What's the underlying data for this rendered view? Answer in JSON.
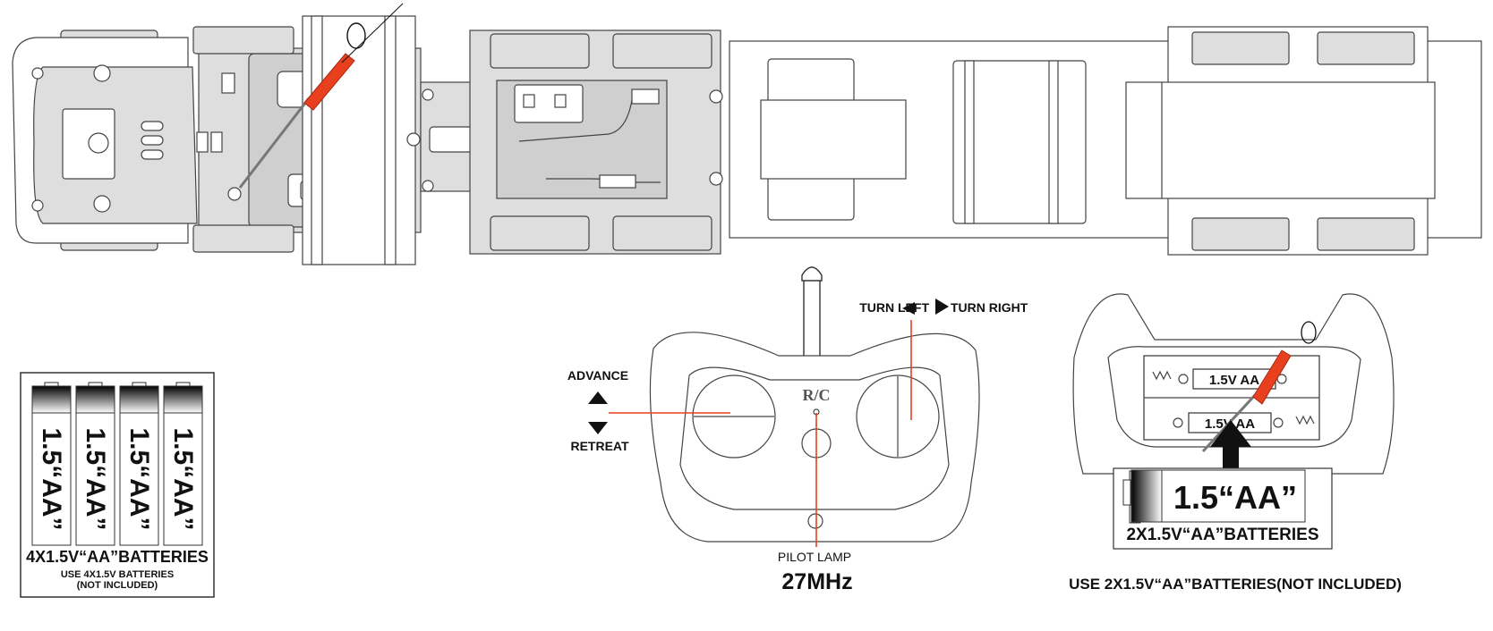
{
  "colors": {
    "line": "#444444",
    "part_fill": "#dedede",
    "indicator_red": "#e8401f",
    "screwdriver_red": "#e8401f"
  },
  "remote": {
    "turn_left": "TURN LEFT",
    "turn_right": "TURN RIGHT",
    "advance": "ADVANCE",
    "retreat": "RETREAT",
    "badge": "R/C",
    "pilot_lamp": "PILOT LAMP",
    "frequency": "27MHz"
  },
  "car_batteries": {
    "cell_label": "1.5“AA”",
    "count": 4,
    "caption": "4X1.5V“AA”BATTERIES",
    "note_line1": "USE 4X1.5V  BATTERIES",
    "note_line2": "(NOT INCLUDED)"
  },
  "remote_batteries": {
    "slot1_label": "1.5V AA",
    "slot2_label": "1.5V AA",
    "cell_label": "1.5“AA”",
    "caption": "2X1.5V“AA”BATTERIES",
    "note": "USE 2X1.5V“AA”BATTERIES(NOT INCLUDED)"
  },
  "icons": [
    "screwdriver-icon",
    "rotate-arrow-icon",
    "triangle-up-icon",
    "triangle-down-icon",
    "triangle-left-icon",
    "triangle-right-icon",
    "arrow-up-icon"
  ]
}
